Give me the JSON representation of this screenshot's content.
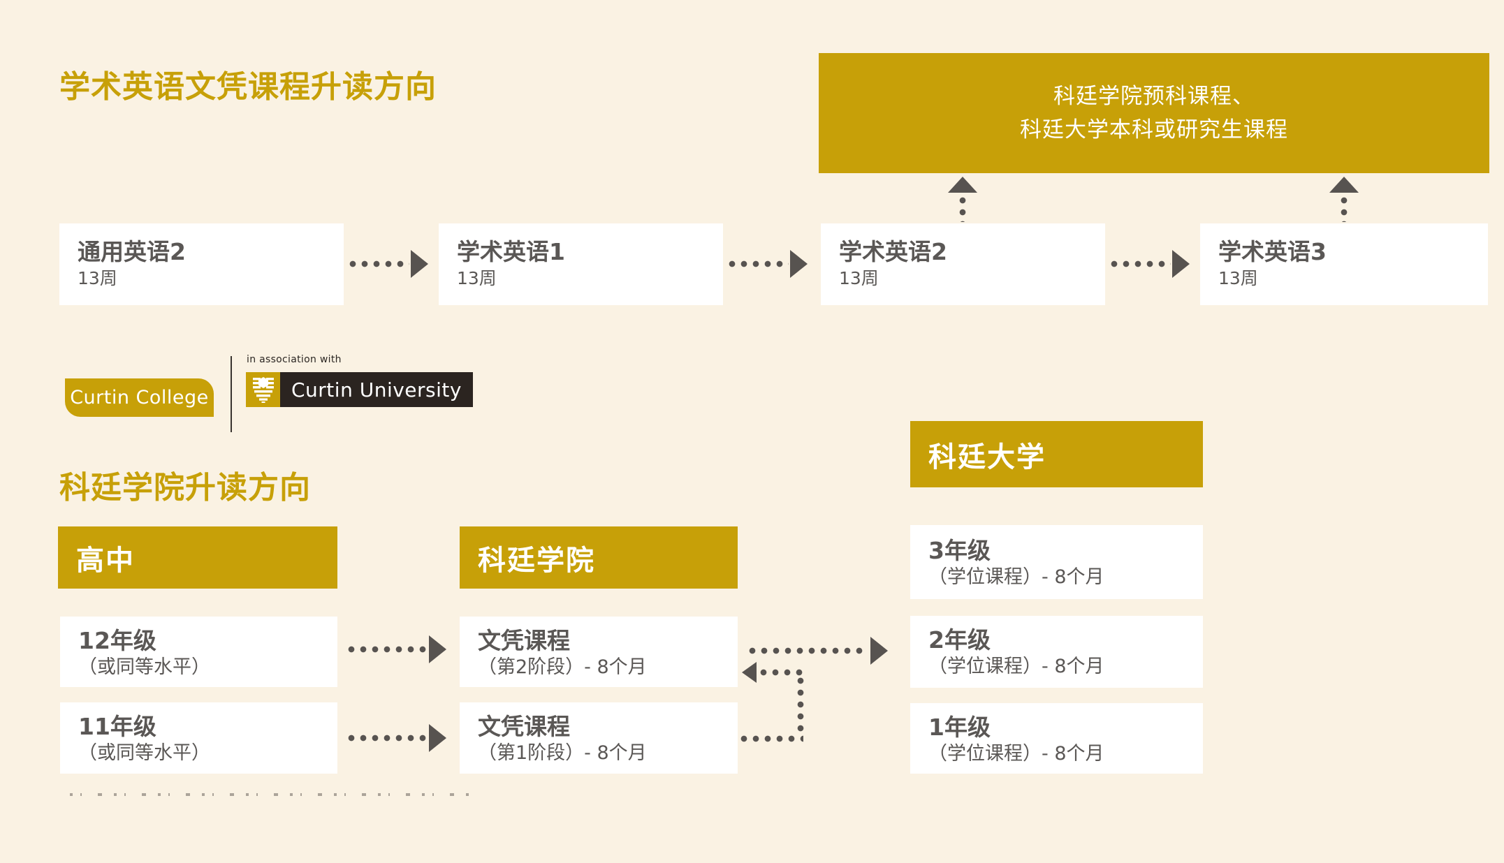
{
  "colors": {
    "background": "#FAF2E3",
    "gold": "#C7A008",
    "box_text": "#5A5755",
    "arrow": "#575350",
    "logo_black": "#2B2420",
    "white": "#FFFFFF"
  },
  "section_english": {
    "title": "学术英语文凭课程升读方向",
    "destination_box": {
      "line1": "科廷学院预科课程、",
      "line2": "科廷大学本科或研究生课程"
    },
    "courses": [
      {
        "name": "通用英语2",
        "duration": "13周"
      },
      {
        "name": "学术英语1",
        "duration": "13周"
      },
      {
        "name": "学术英语2",
        "duration": "13周"
      },
      {
        "name": "学术英语3",
        "duration": "13周"
      }
    ]
  },
  "logos": {
    "college": "Curtin College",
    "association": "in association with",
    "university": "Curtin University"
  },
  "section_college": {
    "title": "科廷学院升读方向",
    "columns": [
      {
        "header": "高中",
        "boxes": [
          {
            "name": "12年级",
            "sub": "（或同等水平）"
          },
          {
            "name": "11年级",
            "sub": "（或同等水平）"
          }
        ]
      },
      {
        "header": "科廷学院",
        "boxes": [
          {
            "name": "文凭课程",
            "sub": "（第2阶段）- 8个月"
          },
          {
            "name": "文凭课程",
            "sub": "（第1阶段）- 8个月"
          }
        ]
      },
      {
        "header": "科廷大学",
        "boxes": [
          {
            "name": "3年级",
            "sub": "（学位课程）- 8个月"
          },
          {
            "name": "2年级",
            "sub": "（学位课程）- 8个月"
          },
          {
            "name": "1年级",
            "sub": "（学位课程）- 8个月"
          }
        ]
      }
    ]
  }
}
